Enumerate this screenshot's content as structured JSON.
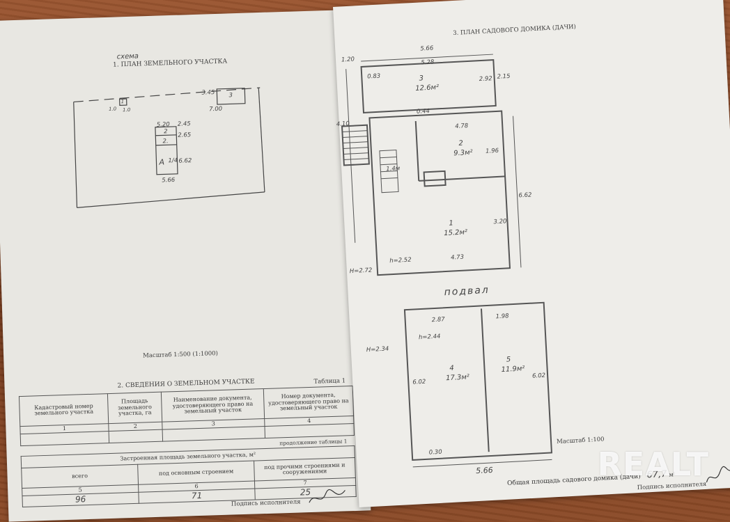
{
  "left_page": {
    "handwritten_note": "схема",
    "section1_title": "1. ПЛАН ЗЕМЕЛЬНОГО УЧАСТКА",
    "scale_label": "Масштаб 1:500 (1:1000)",
    "plot_dims": [
      "5.20",
      "2.65",
      "2.45",
      "6.62",
      "5.66",
      "3.45",
      "7.00",
      "1.0",
      "1.0"
    ],
    "plot_marks": [
      "3",
      "2",
      "2.",
      "А",
      "1/4",
      "1"
    ],
    "section2_title": "2. СВЕДЕНИЯ О ЗЕМЕЛЬНОМ УЧАСТКЕ",
    "table1_label": "Таблица 1",
    "table1_headers": [
      "Кадастровый номер земельного участка",
      "Площадь земельного участка, га",
      "Наименование документа, удостоверяющего право на земельный участок",
      "Номер документа, удостоверяющего право на земельный участок"
    ],
    "table1_nums": [
      "1",
      "2",
      "3",
      "4"
    ],
    "continuation_label": "продолжение таблицы 1",
    "built_area_title": "Застроенная площадь земельного участка, м²",
    "built_headers": [
      "всего",
      "под основным строением",
      "под прочими строениями и сооружениями"
    ],
    "built_nums": [
      "5",
      "6",
      "7"
    ],
    "built_values": [
      "96",
      "71",
      "25"
    ],
    "signature_label": "Подпись исполнителя"
  },
  "right_page": {
    "section3_title": "3. ПЛАН САДОВОГО ДОМИКА (ДАЧИ)",
    "dims_top": [
      "5.66",
      "5.28",
      "1.20",
      "0.83",
      "2.92",
      "2.15",
      "0.44"
    ],
    "room3": {
      "num": "3",
      "area": "12.6м²"
    },
    "room2": {
      "num": "2",
      "area": "9.3м²",
      "dims": [
        "4.78",
        "1.96"
      ]
    },
    "room1": {
      "num": "1",
      "area": "15.2м²",
      "dims": [
        "h=2.52",
        "4.73",
        "3.20",
        "6.62"
      ]
    },
    "stair_label": "1.4м",
    "dim_left": "4.10",
    "h_ground": "H=2.72",
    "basement_label": "подвал",
    "room4": {
      "num": "4",
      "area": "17.3м²",
      "dims": [
        "2.87",
        "h=2.44",
        "6.02"
      ]
    },
    "room5": {
      "num": "5",
      "area": "11.9м²",
      "dims": [
        "1.98",
        "6.02"
      ]
    },
    "h_basement": "H=2.34",
    "dims_bottom": [
      "0.30",
      "5.66"
    ],
    "scale_label": "Масштаб 1:100",
    "total_area_label": "Общая площадь садового домика (дачи)",
    "total_area_value": "67,7",
    "total_area_unit": "м²",
    "signature_label": "Подпись исполнителя"
  },
  "watermark": "REALT"
}
